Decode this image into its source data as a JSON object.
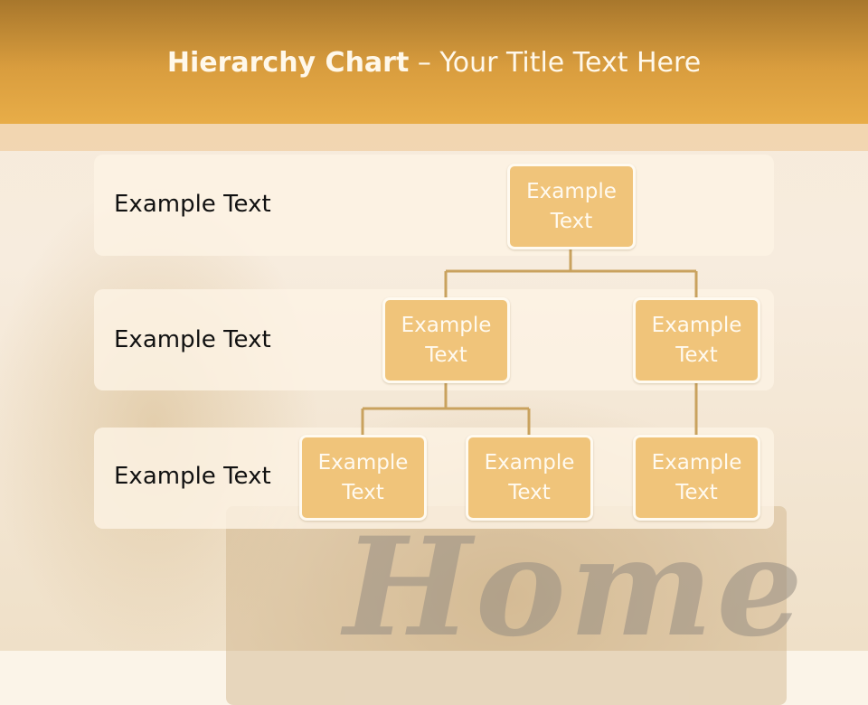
{
  "title": {
    "bold": "Hierarchy Chart",
    "rest": " – Your Title Text Here"
  },
  "background_text": "Home",
  "bands": [
    {
      "label": "Example Text"
    },
    {
      "label": "Example Text"
    },
    {
      "label": "Example Text"
    }
  ],
  "nodes": {
    "root": "Example Text",
    "mid_left": "Example Text",
    "mid_right": "Example Text",
    "leaf_1": "Example Text",
    "leaf_2": "Example Text",
    "leaf_3": "Example Text"
  },
  "colors": {
    "header": "#d99d3e",
    "node_fill": "#f0c47a",
    "connector": "#c9a25e"
  }
}
